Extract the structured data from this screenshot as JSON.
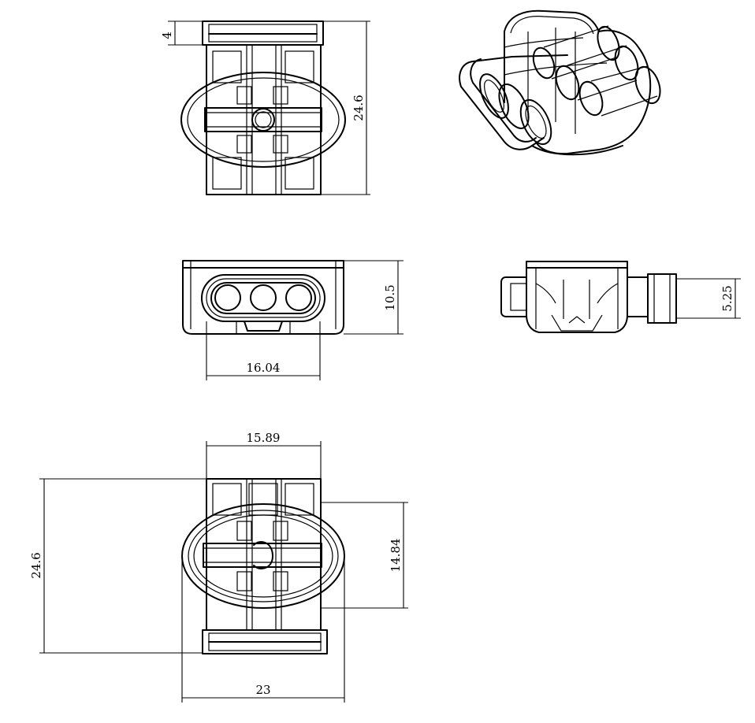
{
  "dimensions": {
    "top_view_flange": "4",
    "top_view_height": "24.6",
    "front_width": "16.04",
    "front_height": "10.5",
    "side_height": "5.25",
    "bottom_top_width": "15.89",
    "bottom_height_left": "24.6",
    "bottom_inner_height": "14.84",
    "bottom_overall_width": "23"
  },
  "colors": {
    "line": "#000000",
    "background": "#ffffff"
  }
}
